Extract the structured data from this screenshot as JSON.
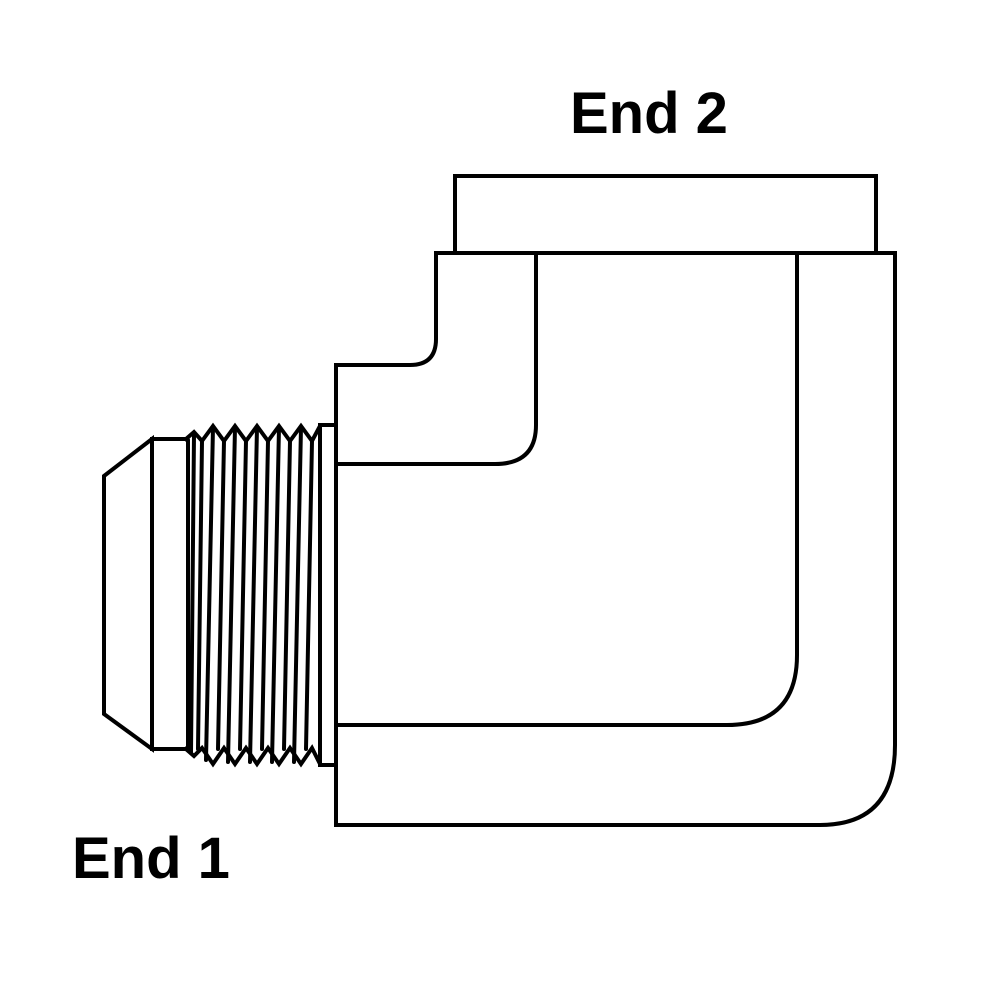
{
  "diagram": {
    "type": "fitting-technical-drawing",
    "description": "90 degree elbow fitting, flare male thread to female port",
    "labels": {
      "end2": "End 2",
      "end1": "End 1"
    },
    "colors": {
      "line": "#000000",
      "background": "#ffffff"
    },
    "parts": [
      {
        "name": "flare-cone-end",
        "end": "End 1"
      },
      {
        "name": "male-thread",
        "end": "End 1",
        "thread_crests": 6
      },
      {
        "name": "elbow-body"
      },
      {
        "name": "female-port-cap",
        "end": "End 2"
      }
    ]
  }
}
